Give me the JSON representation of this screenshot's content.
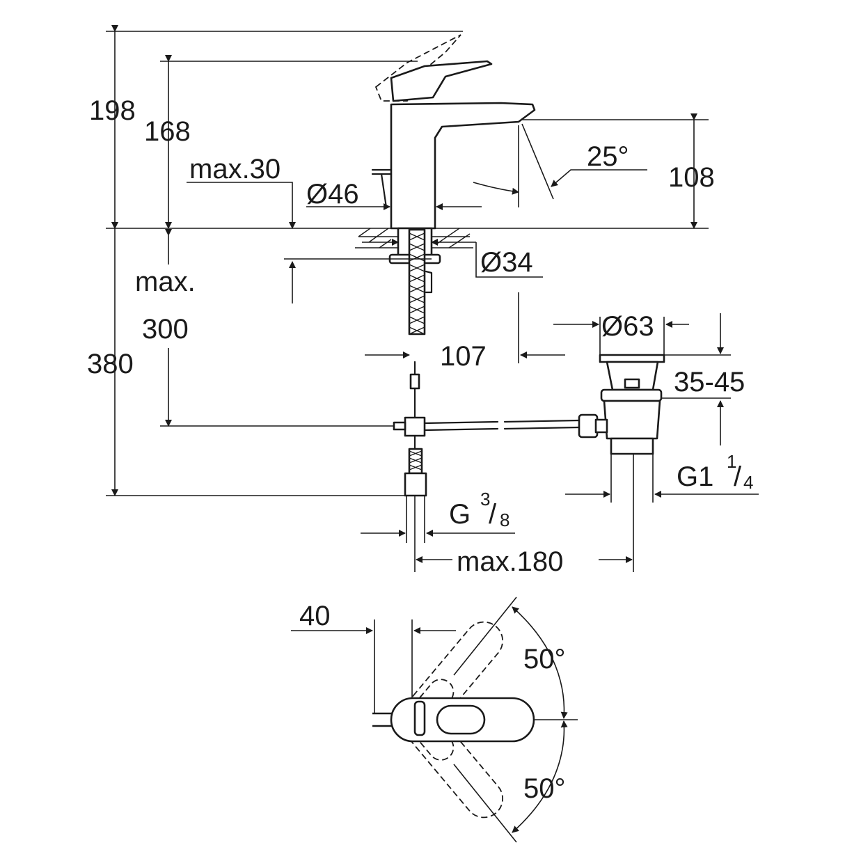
{
  "dimensions": {
    "d198": "198",
    "d168": "168",
    "max30": "max.30",
    "dia46": "Ø46",
    "angle25": "25°",
    "d108": "108",
    "dia34": "Ø34",
    "max_label": "max.",
    "d300": "300",
    "d380": "380",
    "d107": "107",
    "dia63": "Ø63",
    "range35_45": "35-45",
    "g114_main": "G1",
    "g114_num": "1",
    "g114_den": "4",
    "g38_main": "G",
    "g38_num": "3",
    "g38_den": "8",
    "max180": "max.180",
    "d40": "40",
    "angle50_top": "50°",
    "angle50_bottom": "50°"
  }
}
